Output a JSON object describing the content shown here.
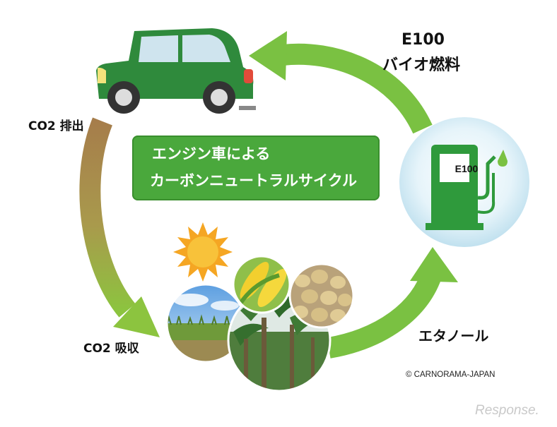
{
  "labels": {
    "fuel_name": "E100",
    "fuel_type": "バイオ燃料",
    "co2_emission": "CO2 排出",
    "co2_absorption": "CO2 吸収",
    "ethanol": "エタノール",
    "copyright": "© CARNORAMA-JAPAN"
  },
  "banner": {
    "line1": "エンジン車による",
    "line2": "カーボンニュートラルサイクル"
  },
  "pump": {
    "display": "E100"
  },
  "watermark": "Response.",
  "colors": {
    "car_body": "#2f8a3c",
    "banner_bg": "#4aa83c",
    "arrow_green": "#7ac142",
    "arrow_brown": "#a9864e",
    "pump_green": "#2f9a3c",
    "circle_blue": "#cfe9f5",
    "sun": "#f5a623"
  },
  "icons": [
    "car-icon",
    "fuel-pump-icon",
    "sun-icon",
    "corn-icon",
    "potato-icon",
    "sugarcane-field-icon",
    "palm-trees-icon",
    "cycle-arrows"
  ]
}
